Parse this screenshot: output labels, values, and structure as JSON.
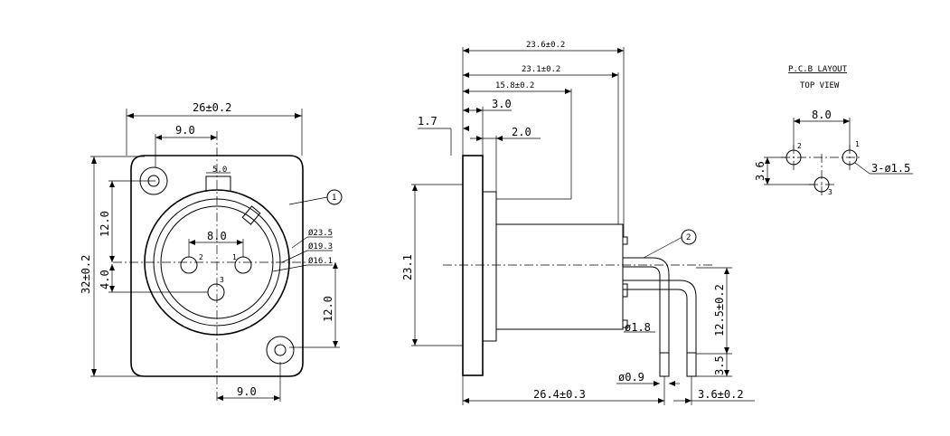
{
  "front_view": {
    "width": "26±0.2",
    "height": "32±0.2",
    "hole_spacing_top": "9.0",
    "hole_spacing_bottom": "9.0",
    "tab_width": "5.0",
    "vert_12_upper": "12.0",
    "vert_12_lower": "12.0",
    "pin_spacing": "8.0",
    "pin_offset": "4.0",
    "dia_outer": "Ø23.5",
    "dia_mid": "Ø19.3",
    "dia_inner": "Ø16.1",
    "pin1": "1",
    "pin2": "2",
    "pin3": "3",
    "callout": "1"
  },
  "side_view": {
    "overall_236": "23.6±0.2",
    "overall_231": "23.1±0.2",
    "depth_158": "15.8±0.2",
    "dim_30": "3.0",
    "dim_17": "1.7",
    "dim_20": "2.0",
    "height_231": "23.1",
    "dia_18": "ø1.8",
    "height_125": "12.5±0.2",
    "pin_len_35": "3.5",
    "pin_dia_09": "ø0.9",
    "length_264": "26.4±0.3",
    "pitch_36": "3.6±0.2",
    "callout": "2"
  },
  "pcb_layout": {
    "title": "P.C.B LAYOUT",
    "subtitle": "TOP VIEW",
    "spacing": "8.0",
    "offset": "3.6",
    "hole_spec": "3-ø1.5",
    "hole1": "1",
    "hole2": "2",
    "hole3": "3"
  }
}
